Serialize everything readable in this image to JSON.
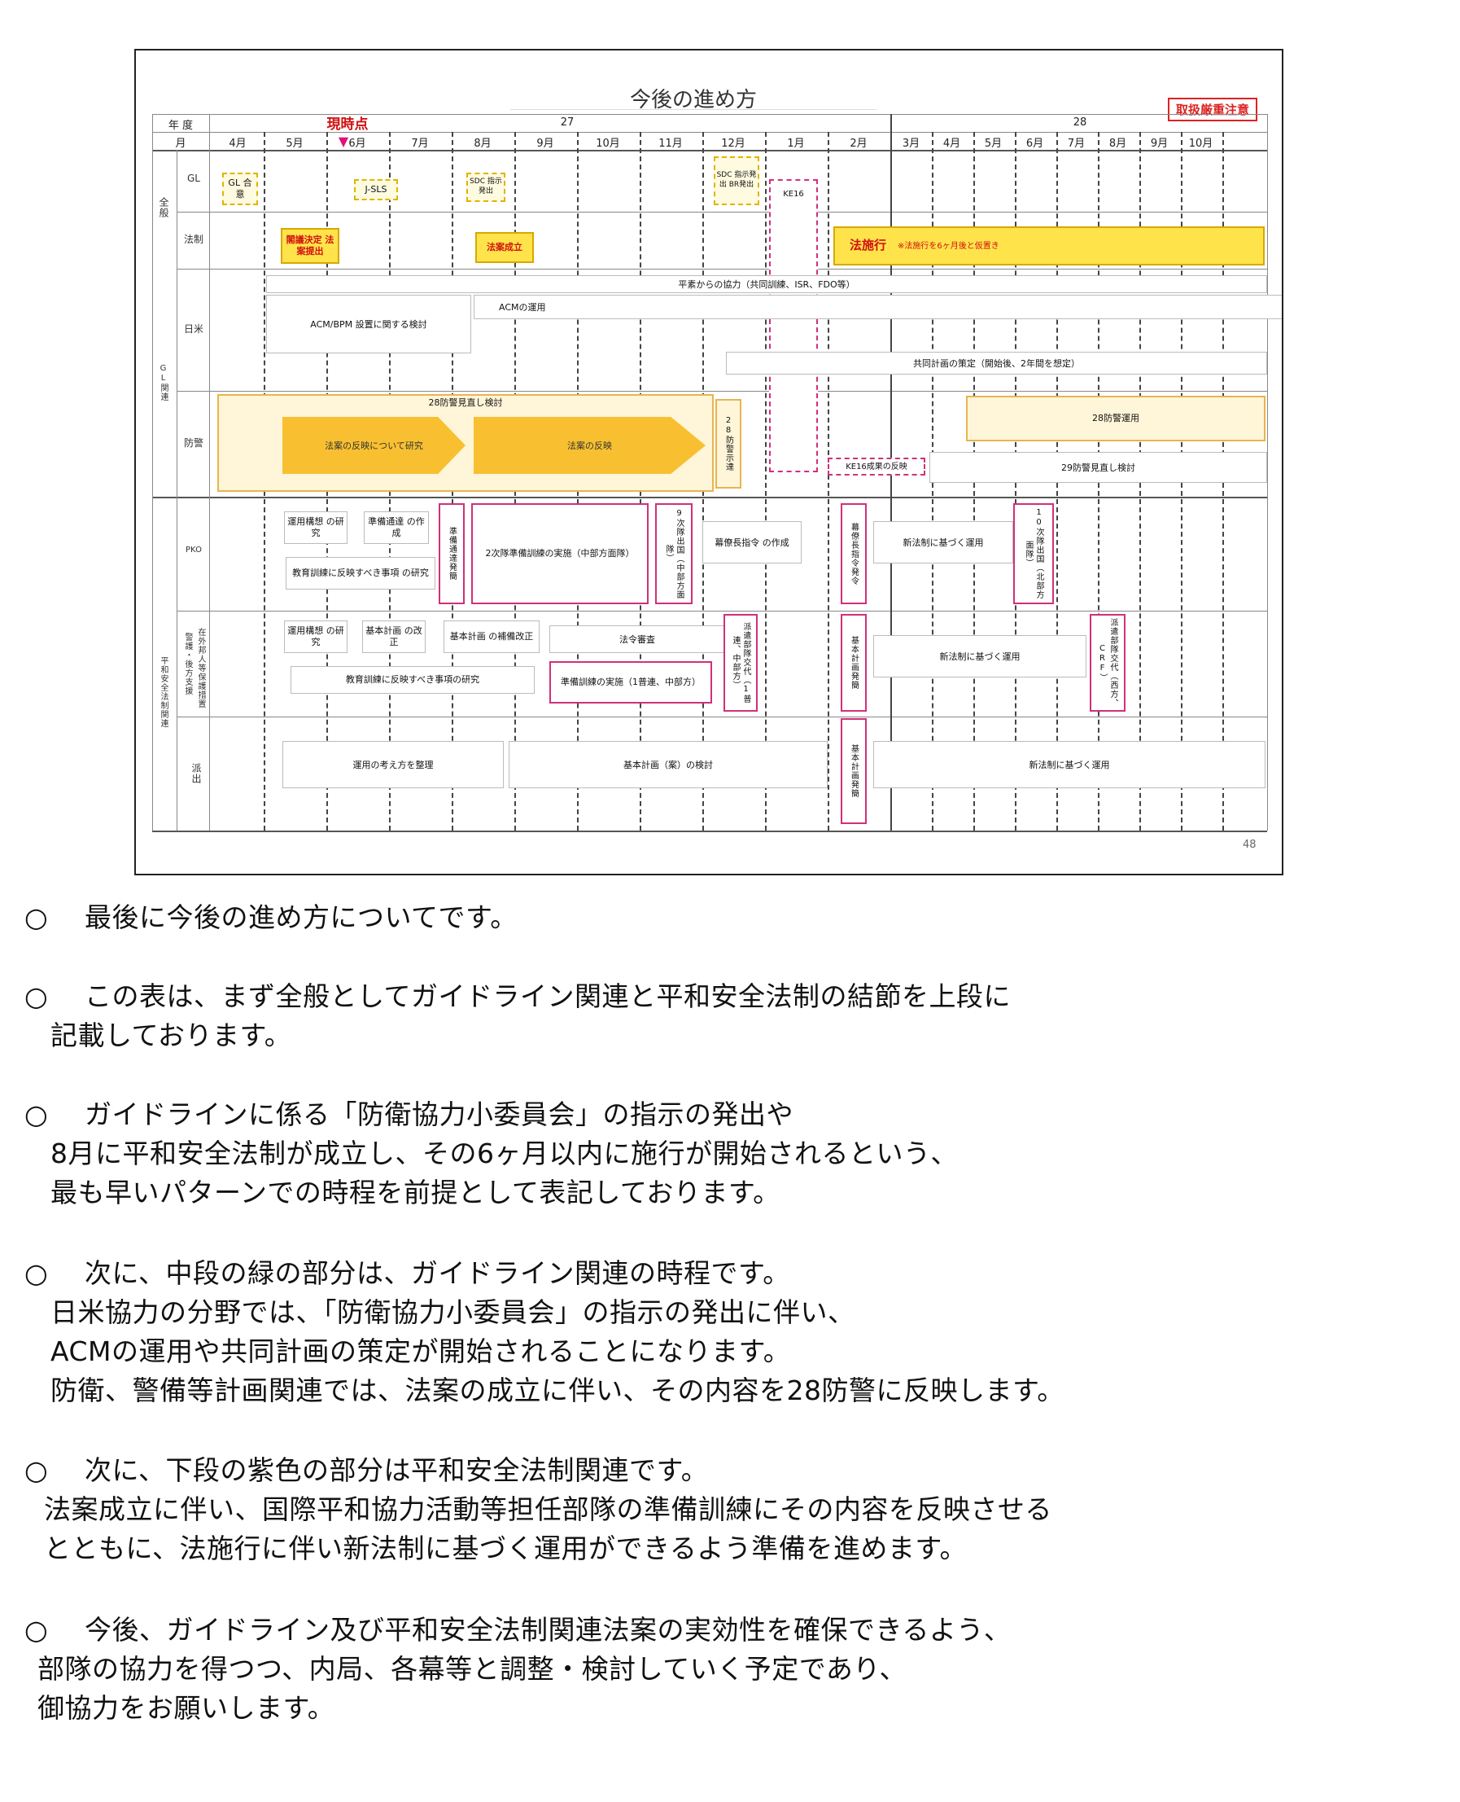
{
  "slide": {
    "title": "今後の進め方",
    "badge": "取扱厳重注意",
    "page_number": "48",
    "marker": "現時点",
    "header": {
      "nendo_label": "年 度",
      "month_label": "月",
      "year_27": "27",
      "year_28": "28",
      "months": [
        "4月",
        "5月",
        "6月",
        "7月",
        "8月",
        "9月",
        "10月",
        "11月",
        "12月",
        "1月",
        "2月",
        "3月",
        "4月",
        "5月",
        "6月",
        "7月",
        "8月",
        "9月",
        "10月"
      ]
    },
    "rows": {
      "zenpan": "全般",
      "gl": "GL",
      "housei": "法制",
      "nichibei": "日米",
      "gl_kanren": "GL関連",
      "boei": "防警",
      "pko": "PKO",
      "heiwa": "平和安全法制関連",
      "row_b": "警護・後方支援",
      "row_c": "在外邦人等保護措置",
      "row_d": "派出"
    },
    "items": {
      "gl_goi": "GL 合意",
      "jsls": "J-SLS",
      "sdc": "SDC 指示発出",
      "sdc2": "SDC 指示発出 BR発出",
      "ke16": "KE16",
      "kakugi": "閣議決定 法案提出",
      "houan_seiritsu": "法案成立",
      "housekou": "法施行",
      "housekou_note": "※法施行を6ヶ月後と仮置き",
      "heijikara": "平素からの協力（共同訓練、ISR、FDO等）",
      "acm_kentou": "ACM/BPM 設置に関する検討",
      "acm_unyou": "ACMの運用",
      "kyoudou": "共同計画の策定（開始後、2年間を想定）",
      "boukei_kentou": "28防警見直し検討",
      "houan_hanei_kenkyu": "法案の反映について研究",
      "houan_hanei": "法案の反映",
      "boukei_shitei": "28防警示達",
      "boukei_unyou": "28防警運用",
      "ke16_hanei": "KE16成果の反映",
      "boukei29": "29防警見直し検討",
      "unyou_kousou": "運用構想 の研究",
      "junbi_tsutatsu": "準備通達 の作成",
      "junbi_hatsurei": "準備通達発簡",
      "kyouiku_kunren": "教育訓練に反映すべき事項 の研究",
      "kunren_jisshi": "2次隊準備訓練の実施（中部方面隊）",
      "hakenmeirei": "9次隊出国（中部方面隊）",
      "bakuryou_shiji": "幕僚長指令 の作成",
      "shiji_hatsurei": "幕僚長指令発令",
      "shin_housei_unyou": "新法制に基づく運用",
      "shukkoku10": "10次隊出国（北部方面隊）",
      "unyou_kousou2": "運用構想 の研究",
      "kihon_keikaku": "基本計画 の改正",
      "kihon_hosei": "基本計画 の補備改正",
      "hourei_shinsa": "法令審査",
      "kyouiku2": "教育訓練に反映すべき事項の研究",
      "junbi_kunren2": "準備訓練の実施（1普連、中部方）",
      "kihon_hatsurei": "基本計画発簡",
      "hakenjunbi": "派遣部隊交代（1普連、中部方）",
      "shin_housei_unyou2": "新法制に基づく運用",
      "hakentai_kotai": "派遣部隊交代（西方、CRF）",
      "unyou_kangaekata": "運用の考え方を整理",
      "kihon_an": "基本計画（案）の検討",
      "kihon_hatsurei2": "基本計画発簡",
      "shin_housei_unyou3": "新法制に基づく運用"
    }
  },
  "paragraphs": [
    {
      "bullet": "○",
      "lines": [
        "最後に今後の進め方についてです。"
      ]
    },
    {
      "bullet": "○",
      "lines": [
        "この表は、まず全般としてガイドライン関連と平和安全法制の結節を上段に",
        "記載しております。"
      ]
    },
    {
      "bullet": "○",
      "lines": [
        "ガイドラインに係る「防衛協力小委員会」の指示の発出や",
        "8月に平和安全法制が成立し、その6ヶ月以内に施行が開始されるという、",
        "最も早いパターンでの時程を前提として表記しております。"
      ]
    },
    {
      "bullet": "○",
      "lines": [
        "次に、中段の緑の部分は、ガイドライン関連の時程です。",
        "日米協力の分野では、「防衛協力小委員会」の指示の発出に伴い、",
        "ACMの運用や共同計画の策定が開始されることになります。",
        "防衛、警備等計画関連では、法案の成立に伴い、その内容を28防警に反映します。"
      ]
    },
    {
      "bullet": "○",
      "lines": [
        "次に、下段の紫色の部分は平和安全法制関連です。",
        "法案成立に伴い、国際平和協力活動等担任部隊の準備訓練にその内容を反映させる",
        "とともに、法施行に伴い新法制に基づく運用ができるよう準備を進めます。"
      ]
    },
    {
      "bullet": "○",
      "lines": [
        "今後、ガイドライン及び平和安全法制関連法案の実効性を確保できるよう、",
        "部隊の協力を得つつ、内局、各幕等と調整・検討していく予定であり、",
        "御協力をお願いします。"
      ]
    }
  ]
}
